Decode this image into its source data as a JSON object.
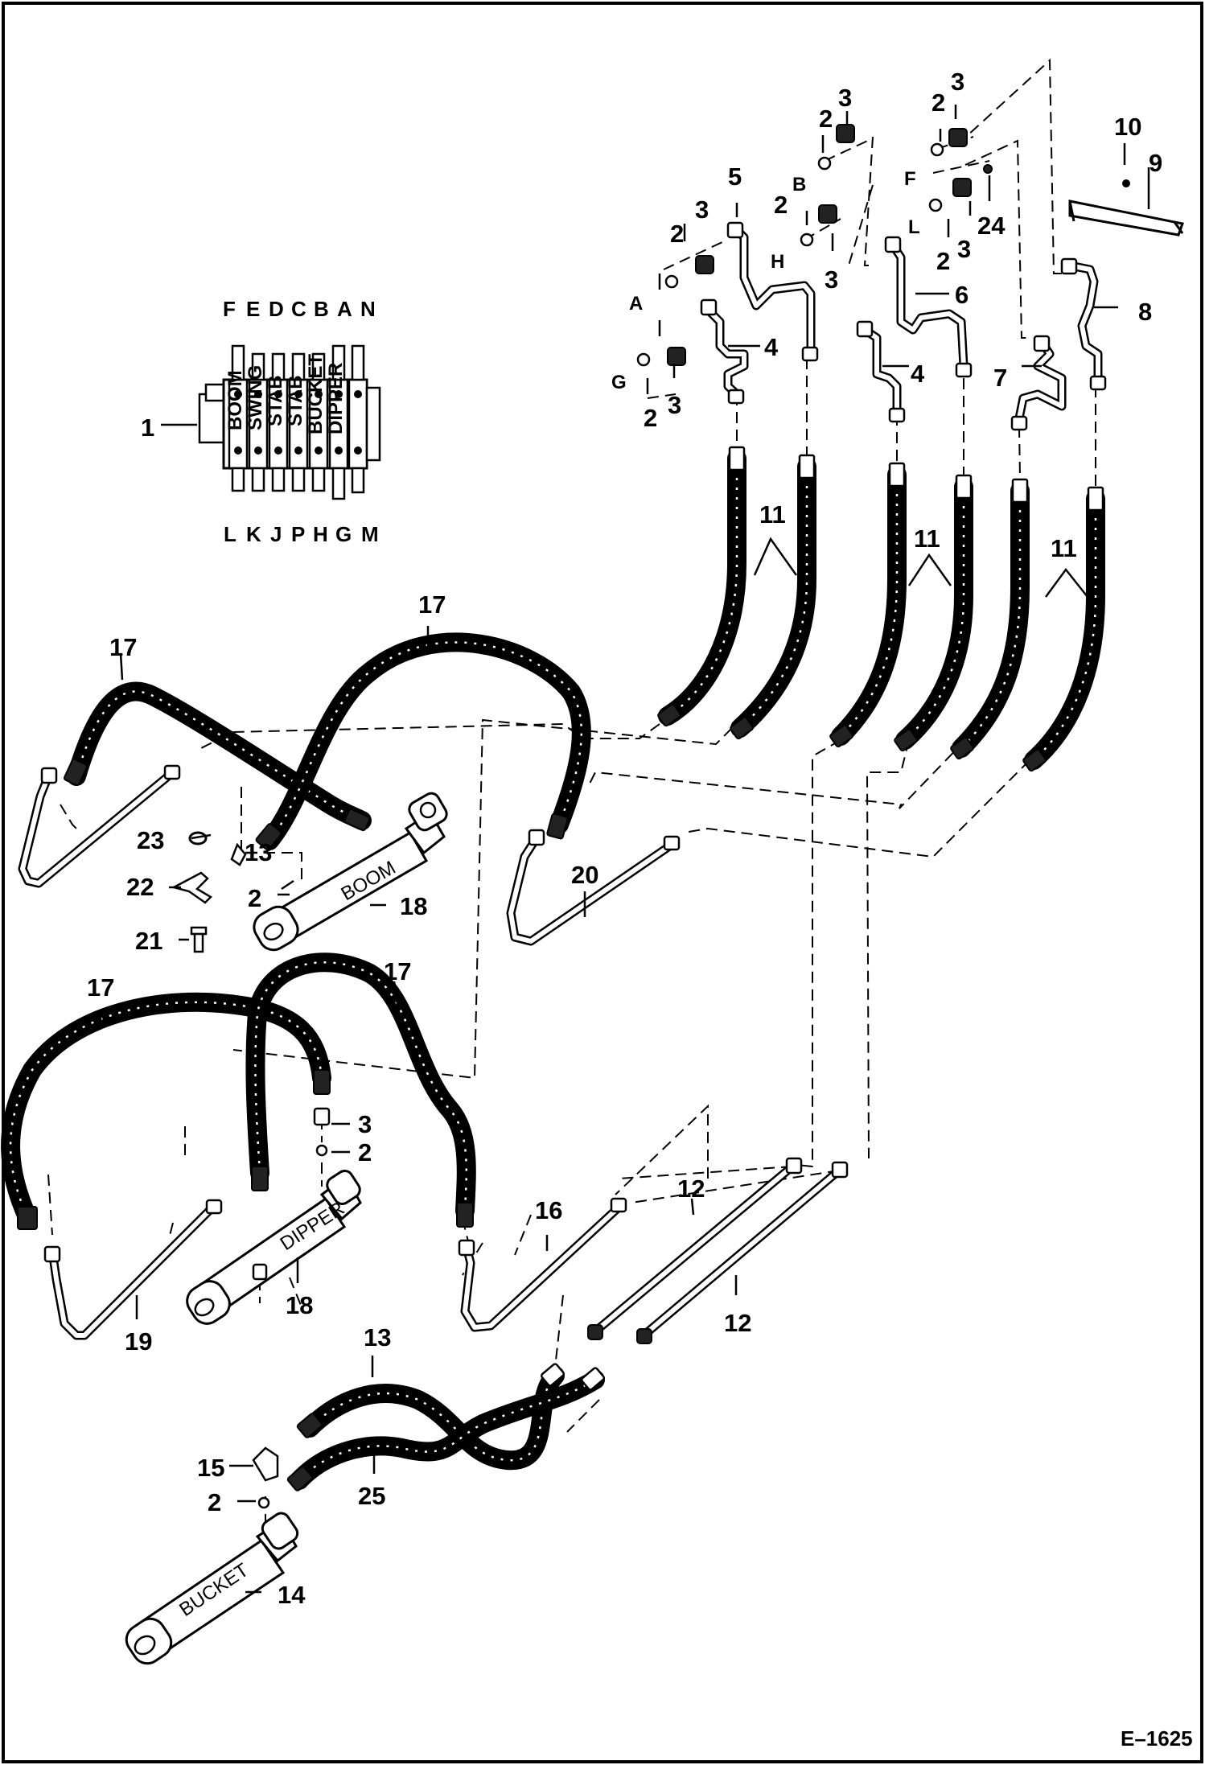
{
  "figure_id": "E–1625",
  "port_labels": {
    "top": [
      "F",
      "E",
      "D",
      "C",
      "B",
      "A",
      "N"
    ],
    "bottom": [
      "L",
      "K",
      "J",
      "P",
      "H",
      "G",
      "M"
    ],
    "side": [
      "A",
      "G",
      "B",
      "H",
      "F",
      "L"
    ]
  },
  "valve_section_labels": [
    "BOOM",
    "SWING",
    "STAB",
    "STAB",
    "BUCKET",
    "DIPPER"
  ],
  "cylinder_labels": {
    "boom": "BOOM",
    "dipper": "DIPPER",
    "bucket": "BUCKET"
  },
  "callouts": [
    "1",
    "2",
    "3",
    "4",
    "5",
    "6",
    "7",
    "8",
    "9",
    "10",
    "11",
    "12",
    "13",
    "14",
    "15",
    "16",
    "17",
    "18",
    "19",
    "20",
    "21",
    "22",
    "23",
    "24",
    "25"
  ]
}
